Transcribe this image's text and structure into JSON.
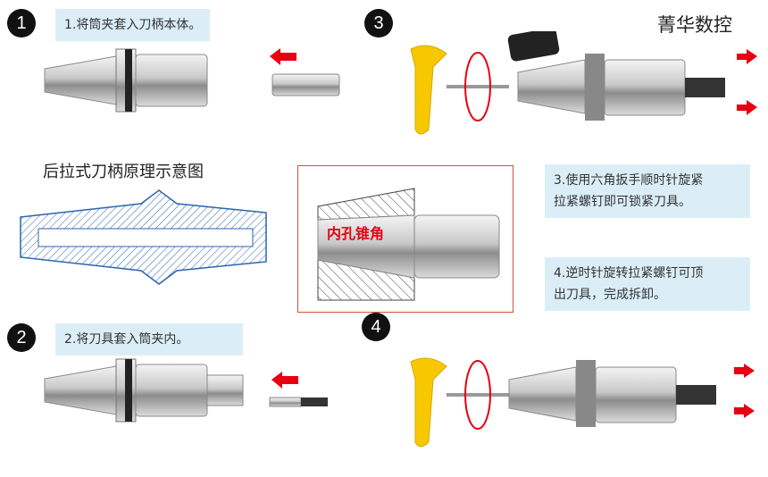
{
  "brand": "菁华数控",
  "steps": [
    {
      "number": "1",
      "text": "1.将筒夹套入刀柄本体。"
    },
    {
      "number": "2",
      "text": "2.将刀具套入筒夹内。"
    },
    {
      "number": "3",
      "text": "3.使用六角扳手顺时针旋紧拉紧螺钉即可锁紧刀具。",
      "lines": [
        "3.使用六角扳手顺时针旋紧",
        "拉紧螺钉即可锁紧刀具。"
      ]
    },
    {
      "number": "4",
      "text": "4.逆时针旋转拉紧螺钉可顶出刀具，完成拆卸。",
      "lines": [
        "4.逆时针旋转拉紧螺钉可顶",
        "出刀具，完成拆卸。"
      ]
    }
  ],
  "diagram": {
    "title": "后拉式刀柄原理示意图"
  },
  "detail": {
    "label": "内孔锥角"
  },
  "colors": {
    "accent_red": "#e60012",
    "note_bg": "#dbeef8",
    "wrench_yellow": "#f7c800",
    "detail_border": "#c8553d"
  }
}
